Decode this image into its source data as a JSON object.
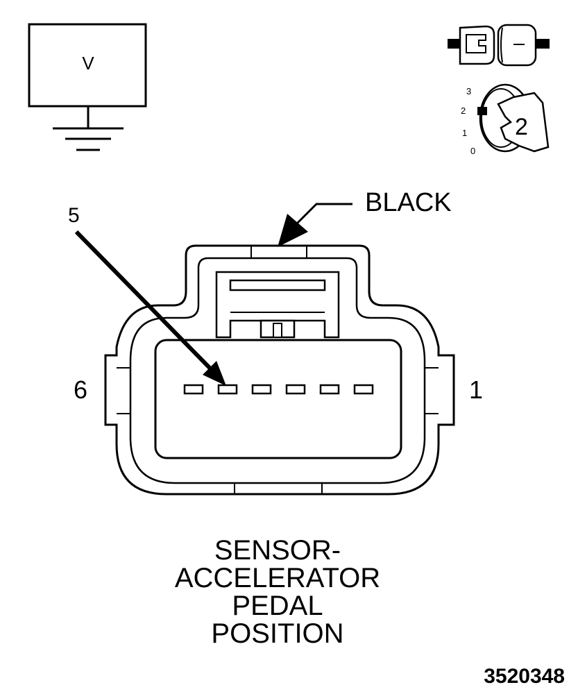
{
  "meter": {
    "label": "V"
  },
  "key_positions": [
    "3",
    "2",
    "1",
    "0"
  ],
  "key_number": "2",
  "connector": {
    "color_label": "BLACK",
    "pin_callout": "5",
    "left_pin": "6",
    "right_pin": "1",
    "pin_count": 6
  },
  "caption": [
    "SENSOR-",
    "ACCELERATOR",
    "PEDAL",
    "POSITION"
  ],
  "figure_id": "3520348"
}
